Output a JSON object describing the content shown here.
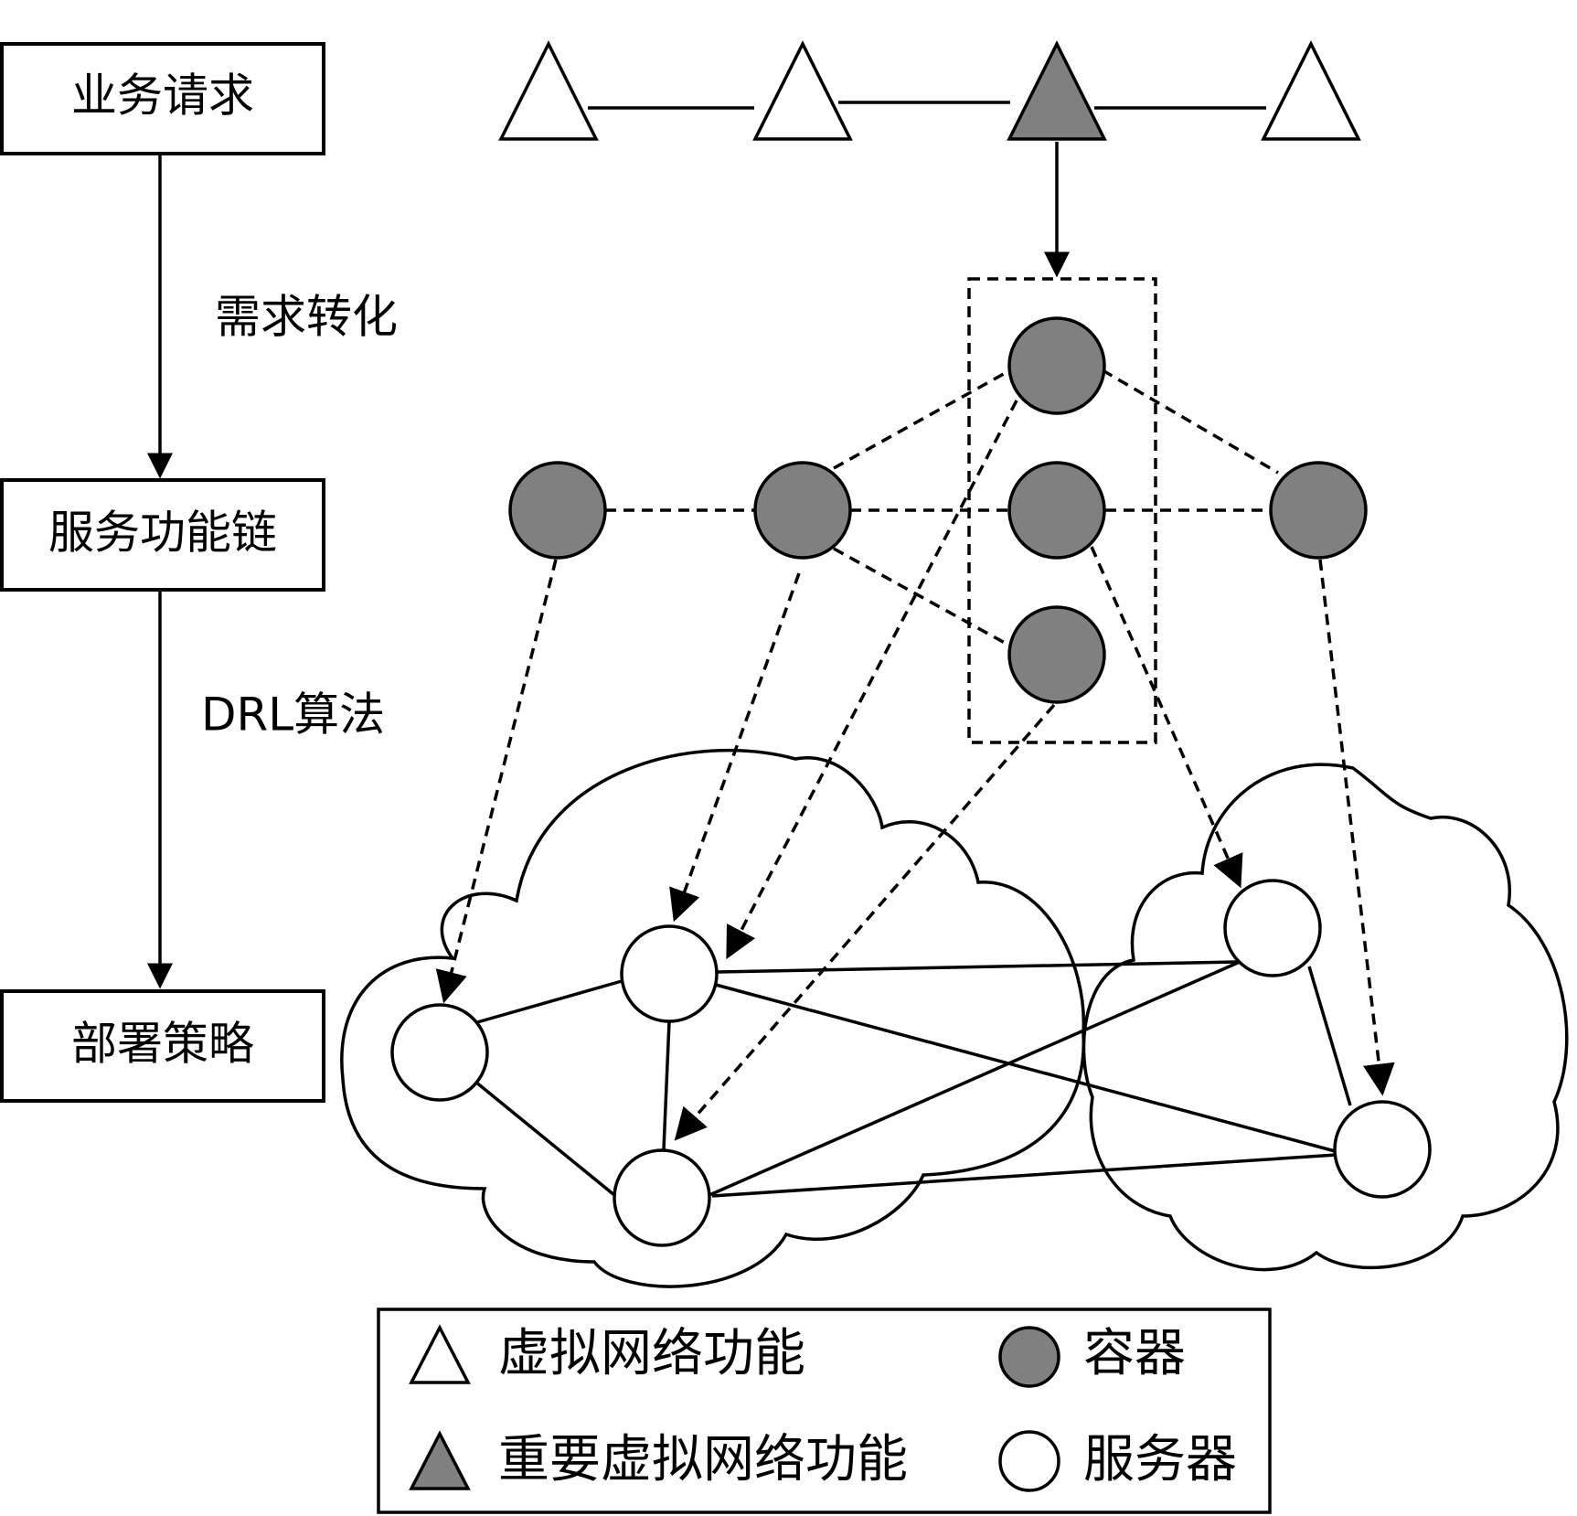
{
  "steps": {
    "service_request": "业务请求",
    "service_function_chain": "服务功能链",
    "deployment_strategy": "部署策略"
  },
  "transitions": {
    "demand_conversion": "需求转化",
    "drl_algorithm": "DRL算法"
  },
  "legend": {
    "vnf": "虚拟网络功能",
    "container": "容器",
    "important_vnf": "重要虚拟网络功能",
    "server": "服务器"
  },
  "colors": {
    "container_fill": "#808080",
    "important_vnf_fill": "#808080",
    "server_fill": "#ffffff",
    "stroke": "#000000"
  }
}
